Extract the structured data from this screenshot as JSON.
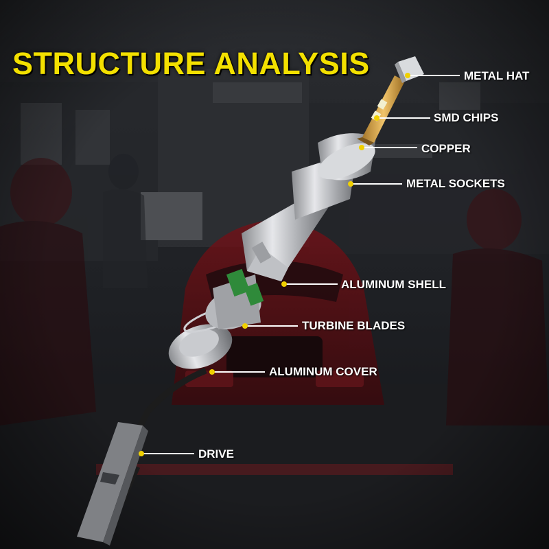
{
  "title": "STRUCTURE ANALYSIS",
  "colors": {
    "title": "#f3e000",
    "dot": "#f0d000",
    "line": "#ffffff",
    "label": "#ffffff"
  },
  "callouts": [
    {
      "key": "metal_hat",
      "label": "METAL HAT"
    },
    {
      "key": "smd_chips",
      "label": "SMD CHIPS"
    },
    {
      "key": "copper",
      "label": "COPPER"
    },
    {
      "key": "metal_sockets",
      "label": "METAL SOCKETS"
    },
    {
      "key": "aluminum_shell",
      "label": "ALUMINUM SHELL"
    },
    {
      "key": "turbine_blades",
      "label": "TURBINE BLADES"
    },
    {
      "key": "aluminum_cover",
      "label": "ALUMINUM COVER"
    },
    {
      "key": "drive",
      "label": "DRIVE"
    }
  ]
}
